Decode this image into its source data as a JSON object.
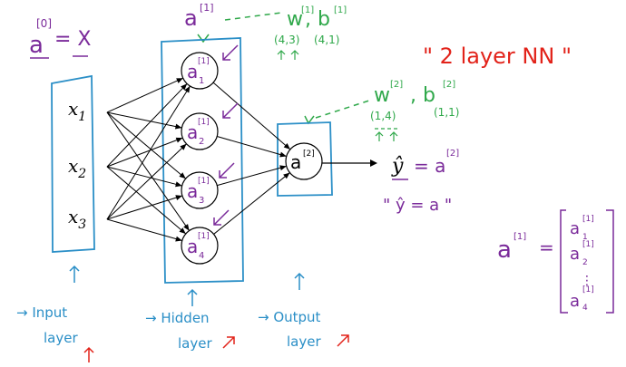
{
  "colors": {
    "purple": "#7a2a9a",
    "green": "#2fa84a",
    "blue": "#2b8fc7",
    "red": "#e2231a",
    "black": "#000000"
  },
  "annotations": {
    "a0_eq": "a",
    "a0_sup": "[0]",
    "a0_rhs": "= X",
    "title": "\" 2   layer   NN \"",
    "a1_top": "a",
    "a1_top_sup": "[1]",
    "w1": "w",
    "w1_sup": "[1]",
    "b1": ", b",
    "b1_sup": "[1]",
    "w1_dim": "(4,3)",
    "b1_dim": "(4,1)",
    "w2": "w",
    "w2_sup": "[2]",
    "b2": ", b",
    "b2_sup": "[2]",
    "w2_dim": "(1,4)",
    "b2_dim": "(1,1)",
    "yhat": "ŷ",
    "yhat_eq": "= a",
    "yhat_sup": "[2]",
    "yhat_quote": "\" ŷ = a \"",
    "a1_vec": "a",
    "a1_vec_sup": "[1]",
    "a1_vec_eq": "="
  },
  "inputs": [
    {
      "base": "x",
      "sub": "1"
    },
    {
      "base": "x",
      "sub": "2"
    },
    {
      "base": "x",
      "sub": "3"
    }
  ],
  "hidden": [
    {
      "base": "a",
      "sup": "[1]",
      "sub": "1"
    },
    {
      "base": "a",
      "sup": "[1]",
      "sub": "2"
    },
    {
      "base": "a",
      "sup": "[1]",
      "sub": "3"
    },
    {
      "base": "a",
      "sup": "[1]",
      "sub": "4"
    }
  ],
  "output": {
    "base": "a",
    "sup": "[2]"
  },
  "vector": [
    {
      "base": "a",
      "sup": "[1]",
      "sub": "1"
    },
    {
      "base": "a",
      "sup": "[1]",
      "sub": "2"
    },
    {
      "base": "⋮",
      "sup": "",
      "sub": ""
    },
    {
      "base": "a",
      "sup": "[1]",
      "sub": "4"
    }
  ],
  "layer_labels": {
    "input_1": "→ Input",
    "input_2": "layer",
    "hidden_1": "→ Hidden",
    "hidden_2": "layer",
    "output_1": "→ Output",
    "output_2": "layer"
  }
}
